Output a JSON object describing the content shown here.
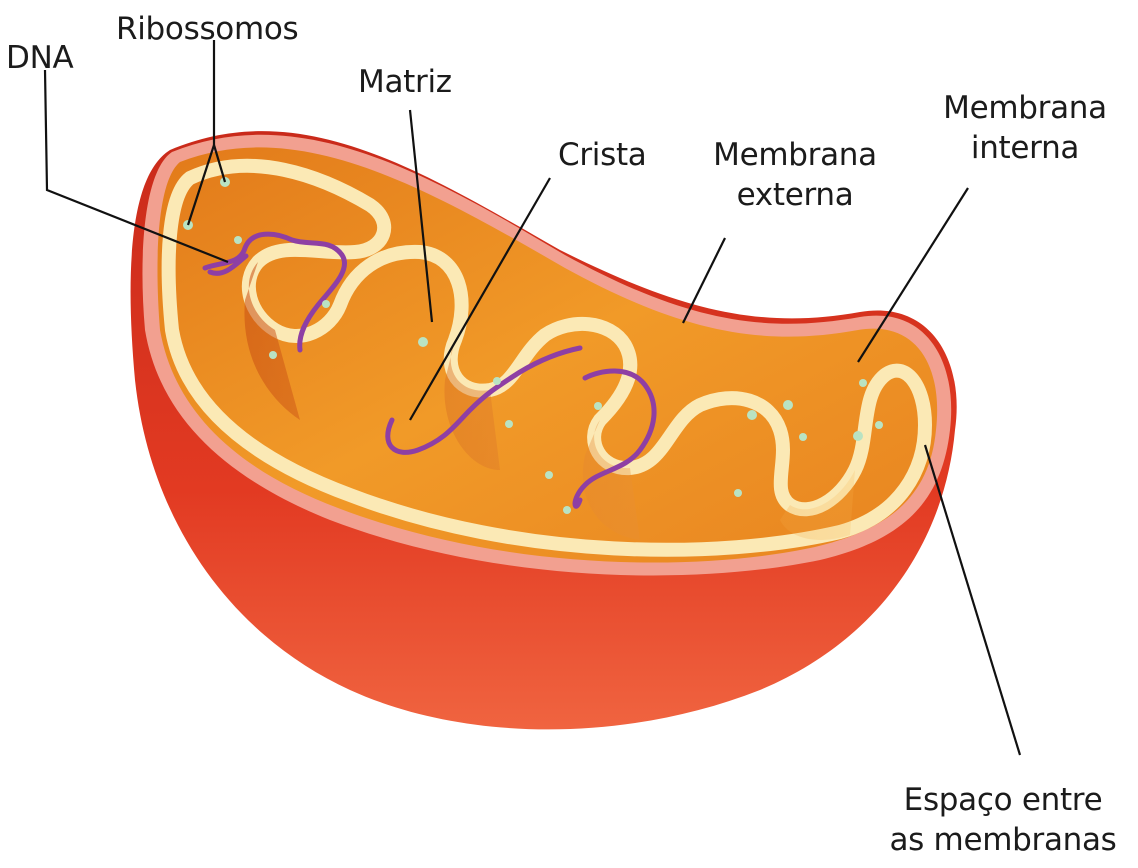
{
  "labels": {
    "dna": "DNA",
    "ribossomos": "Ribossomos",
    "matriz": "Matriz",
    "crista": "Crista",
    "membrana_externa": [
      "Membrana",
      "externa"
    ],
    "membrana_interna": [
      "Membrana",
      "interna"
    ],
    "espaco": [
      "Espaço entre",
      "as membranas"
    ]
  },
  "colors": {
    "outer_membrane": "#d8321f",
    "outer_rim": "#f2a090",
    "intermembrane_space": "#e8861e",
    "inner_membrane": "#fbe9b5",
    "matrix": "#f0961f",
    "dna": "#8e3fa4",
    "ribosome": "#b9e3c3",
    "leader_line": "#111111"
  }
}
